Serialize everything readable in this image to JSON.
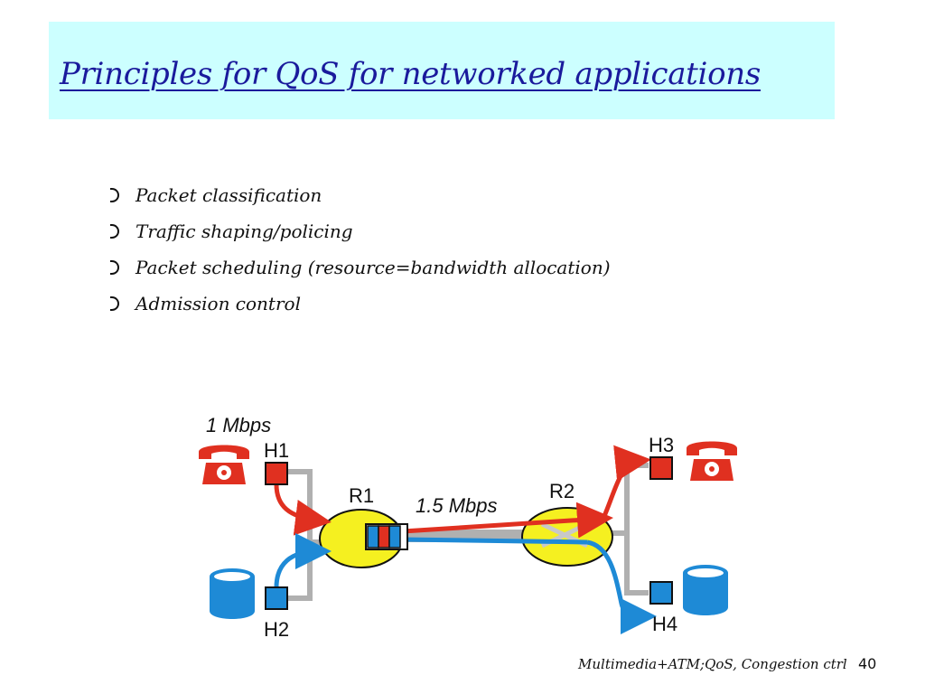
{
  "slide": {
    "title": "Principles for QoS for networked applications",
    "bullets": [
      "Packet classification",
      "Traffic shaping/policing",
      "Packet scheduling (resource=bandwidth allocation)",
      "Admission control"
    ],
    "footer": "Multimedia+ATM;QoS, Congestion ctrl",
    "page_number": "40"
  },
  "diagram": {
    "labels": {
      "rate_h1": "1 Mbps",
      "h1": "H1",
      "h2": "H2",
      "h3": "H3",
      "h4": "H4",
      "r1": "R1",
      "r2": "R2",
      "link": "1.5 Mbps"
    },
    "icons": [
      "telephone-icon",
      "database-icon"
    ],
    "colors": {
      "title_band": "#ccffff",
      "title_text": "#1a1a9c",
      "phone_flow": "#e03020",
      "data_flow": "#1e8ad6",
      "router_fill": "#f5f020",
      "link_gray": "#b0b0b0"
    }
  }
}
